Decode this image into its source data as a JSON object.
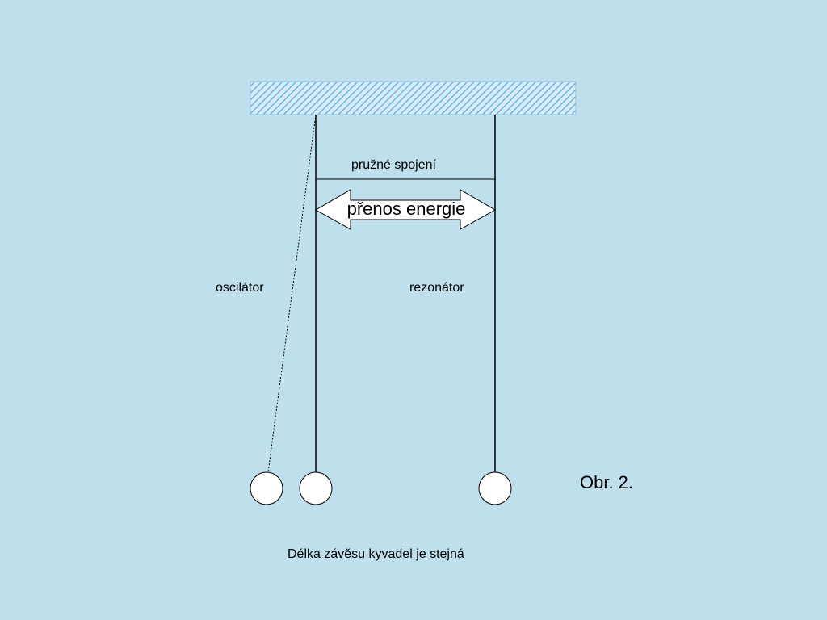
{
  "labels": {
    "coupling": "pružné spojení",
    "energy_transfer": "přenos energie",
    "oscillator": "oscilátor",
    "resonator": "rezonátor",
    "figure": "Obr. 2.",
    "caption": "Délka závěsu kyvadel je stejná"
  },
  "colors": {
    "background": "#c0dfec",
    "support_hatch": "#6fb4e0",
    "support_fill": "#d8ecf7",
    "line": "#000000",
    "bob_fill": "#ffffff"
  }
}
